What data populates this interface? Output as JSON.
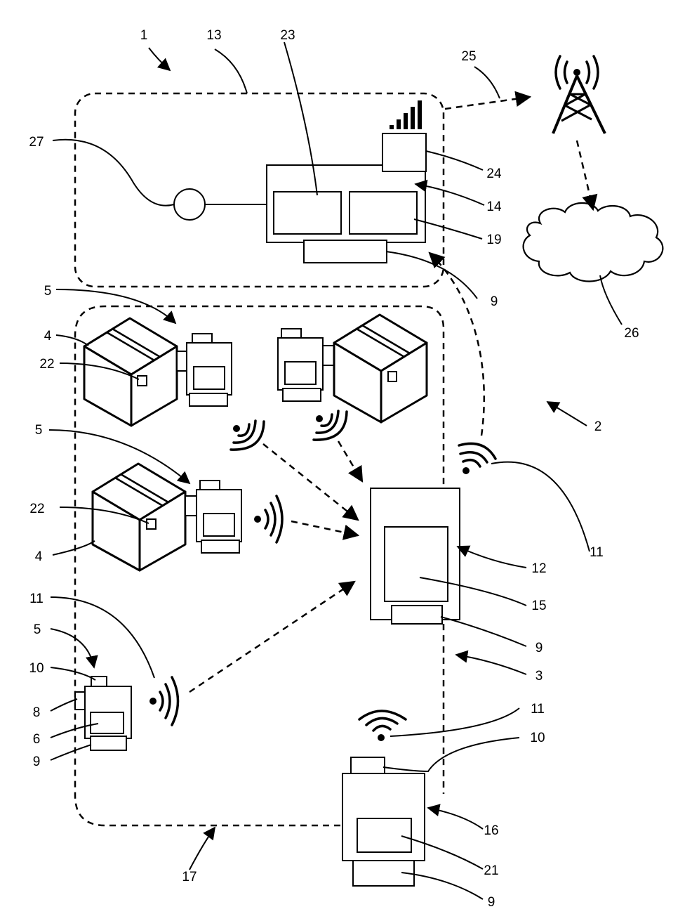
{
  "labels": {
    "system": "1",
    "site": "2",
    "network": "3",
    "package": "4",
    "sensor_unit": "5",
    "sensor": "6",
    "attachment": "8",
    "comm_module": "9",
    "battery": "10",
    "wireless": "11",
    "hub": "12",
    "control_area": "13",
    "control_device": "14",
    "hub_processor": "15",
    "handheld": "16",
    "boundary": "17",
    "processor": "19",
    "display": "21",
    "marker": "22",
    "memory": "23",
    "cell_modem": "24",
    "uplink": "25",
    "cloud": "26",
    "input": "27"
  }
}
